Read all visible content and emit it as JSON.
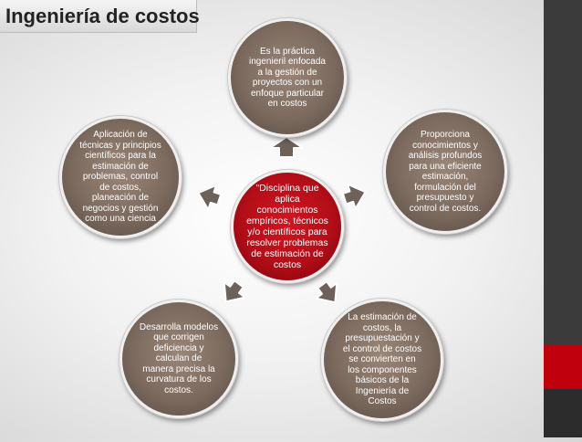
{
  "title": "Ingeniería de costos",
  "colors": {
    "center_fill": "#b30e18",
    "node_fill": "#7c6a5e",
    "arrow_fill": "#6e6159",
    "sidebar": "#3b3b3b",
    "sidebar_accent": "#c0000c"
  },
  "diagram": {
    "center": "\"Disciplina que\naplica\nconocimientos\nempíricos, técnicos\ny/o científicos para\nresolver problemas\nde estimación de\ncostos",
    "nodes": {
      "top": "Es la práctica\ningenieril enfocada\na la gestión de\nproyectos con un\nenfoque particular\nen costos",
      "right": "Proporciona\nconocimientos y\nanálisis profundos\npara una eficiente\nestimación,\nformulación del\npresupuesto y\ncontrol de costos.",
      "bottom_right": "La estimación de\ncostos, la\npresupuestación y\nel control de costos\nse convierten en\nlos componentes\nbásicos de la\nIngeniería de\nCostos",
      "bottom_left": "Desarrolla modelos\nque corrigen\ndeficiencia y\ncalculan de\nmanera precisa la\ncurvatura de los\ncostos.",
      "left": "Aplicación de\ntécnicas y principios\ncientíficos para la\nestimación de\nproblemas, control\nde costos,\nplaneación de\nnegocios y gestión\ncomo una ciencia"
    },
    "arrow_icon": "chevron-arrow"
  }
}
